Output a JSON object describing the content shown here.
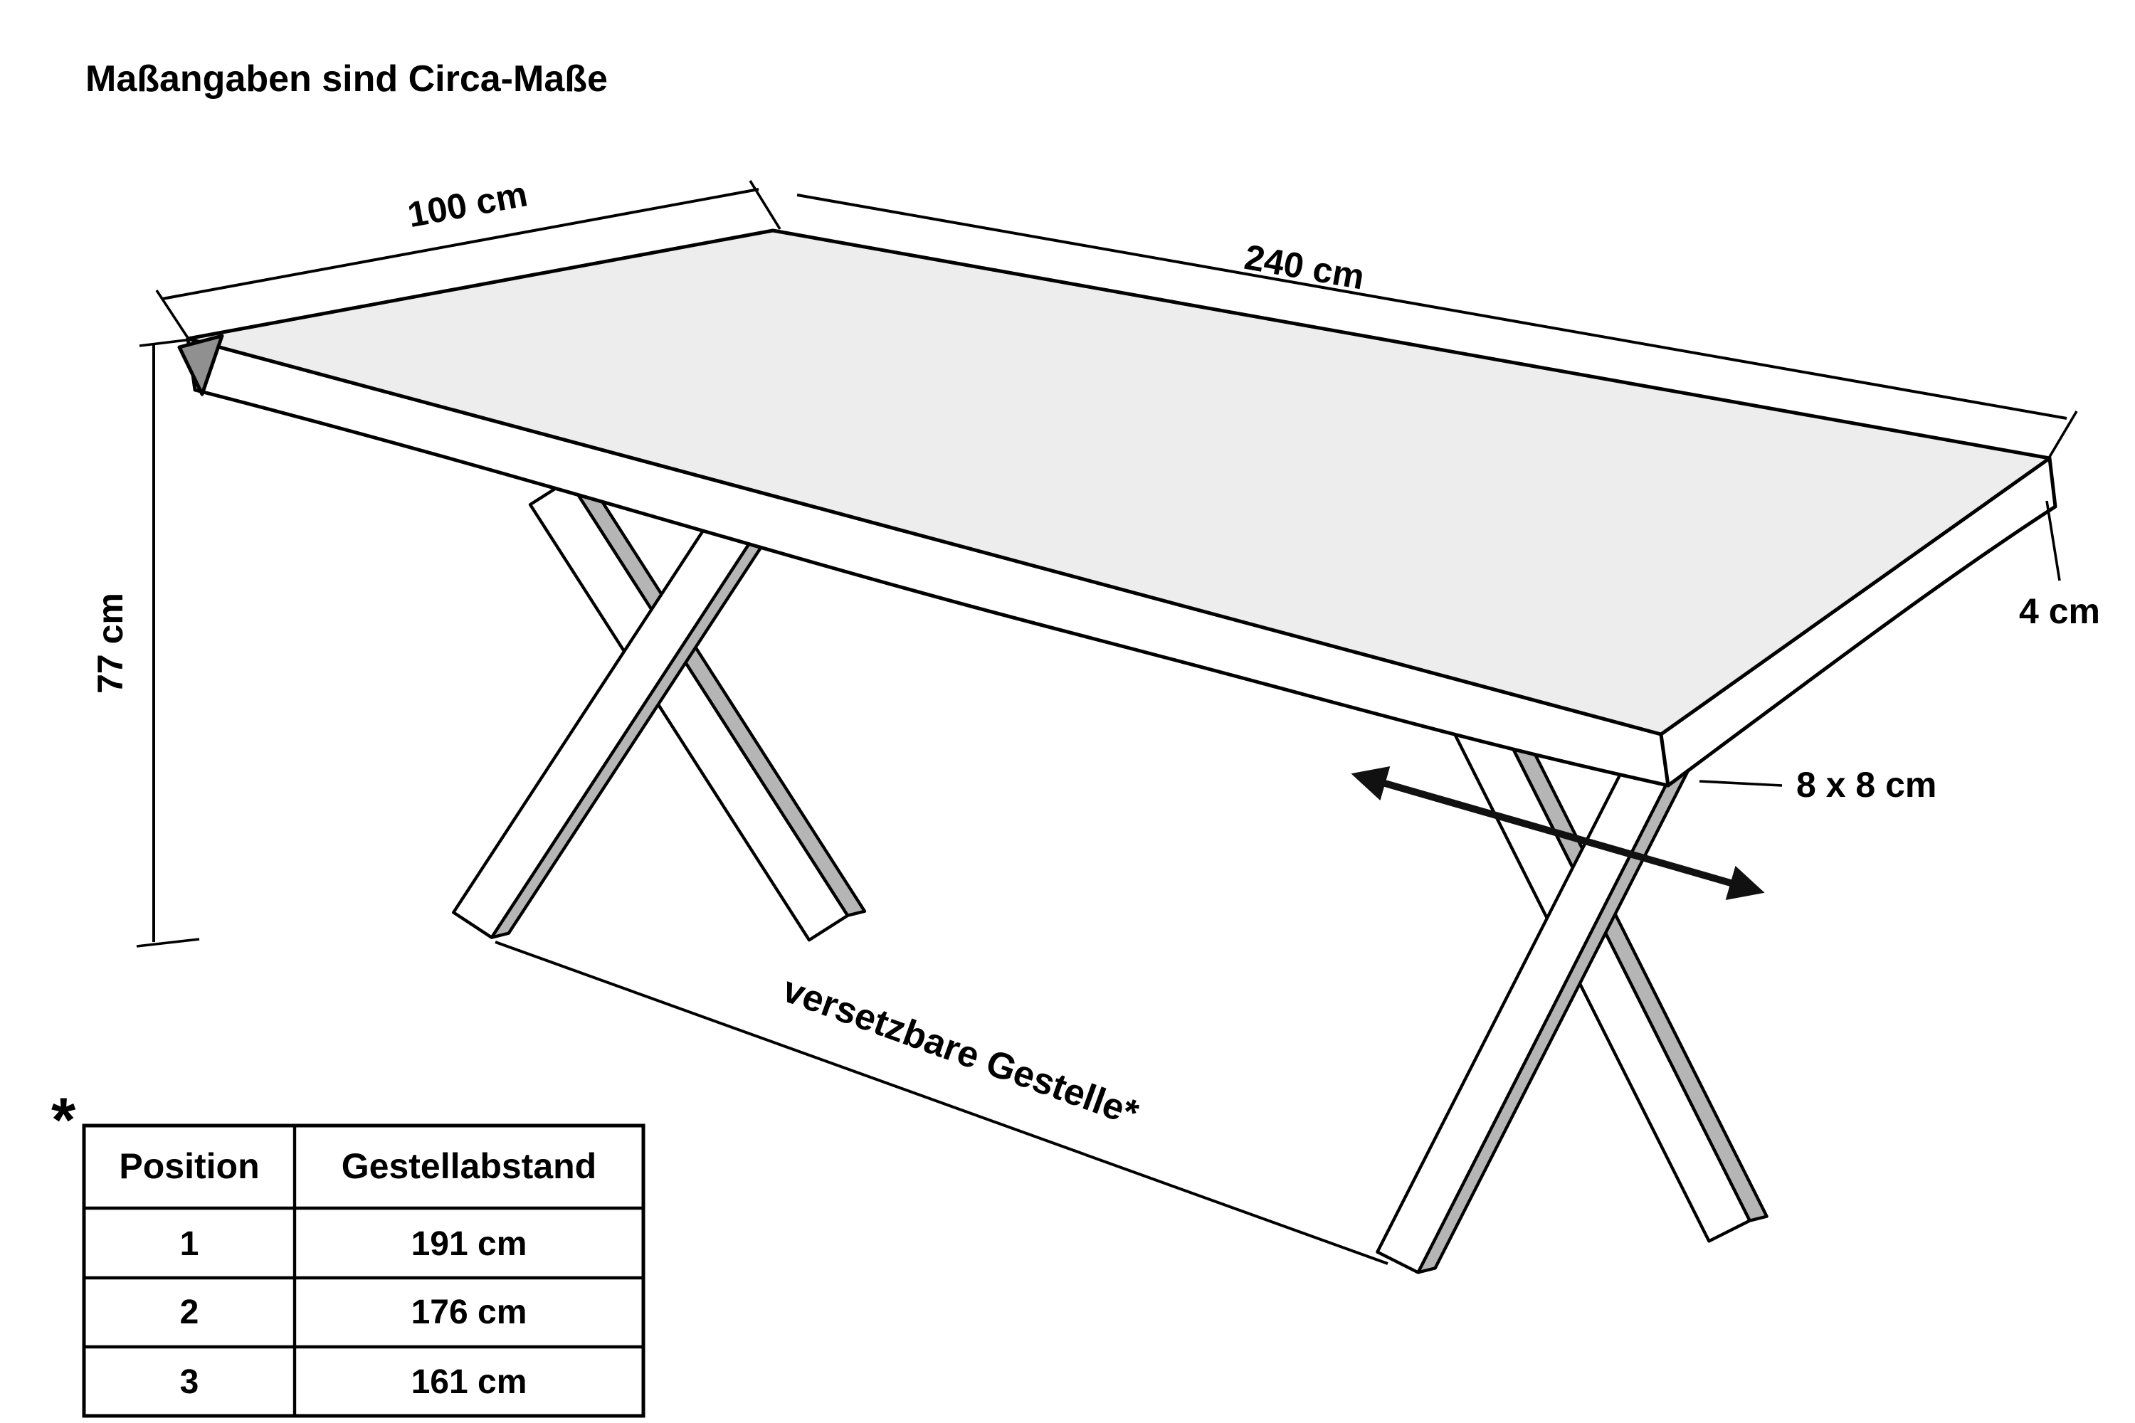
{
  "header": {
    "note": "Maßangaben sind Circa-Maße"
  },
  "dimensions": {
    "depth_label": "100 cm",
    "length_label": "240 cm",
    "height_label": "77 cm",
    "thickness_label": "4 cm",
    "leg_profile_label": "8 x 8 cm",
    "movable_frames_label": "versetzbare Gestelle*",
    "footnote_marker": "*"
  },
  "position_table": {
    "headers": [
      "Position",
      "Gestellabstand"
    ],
    "rows": [
      {
        "position": "1",
        "distance": "191 cm"
      },
      {
        "position": "2",
        "distance": "176 cm"
      },
      {
        "position": "3",
        "distance": "161 cm"
      }
    ]
  },
  "colors": {
    "line": "#000000",
    "tabletop_fill": "#ededed",
    "face_fill": "#ffffff",
    "shading_fill": "#b5b5b5",
    "corner_facet_fill": "#909090"
  }
}
